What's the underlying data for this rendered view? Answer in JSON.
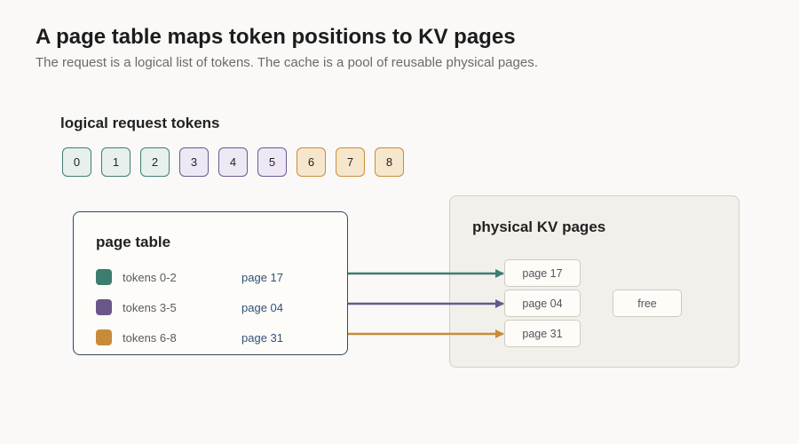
{
  "header": {
    "title": "A page table maps token positions to KV pages",
    "subtitle": "The request is a logical list of tokens. The cache is a pool of reusable physical pages."
  },
  "tokens": {
    "heading": "logical request tokens",
    "items": [
      {
        "label": "0",
        "group": 0
      },
      {
        "label": "1",
        "group": 0
      },
      {
        "label": "2",
        "group": 0
      },
      {
        "label": "3",
        "group": 1
      },
      {
        "label": "4",
        "group": 1
      },
      {
        "label": "5",
        "group": 1
      },
      {
        "label": "6",
        "group": 2
      },
      {
        "label": "7",
        "group": 2
      },
      {
        "label": "8",
        "group": 2
      }
    ]
  },
  "page_table": {
    "heading": "page table",
    "rows": [
      {
        "range": "tokens 0-2",
        "page": "page 17",
        "group": 0
      },
      {
        "range": "tokens 3-5",
        "page": "page 04",
        "group": 1
      },
      {
        "range": "tokens 6-8",
        "page": "page 31",
        "group": 2
      }
    ]
  },
  "kv_pool": {
    "heading": "physical KV pages",
    "pages": [
      {
        "label": "page 17"
      },
      {
        "label": "page 04"
      },
      {
        "label": "page 31"
      }
    ],
    "free_label": "free"
  },
  "colors": {
    "groups": [
      {
        "stroke": "#3f7f72",
        "fill": "#e7f0ed",
        "swatch": "#3d7d70"
      },
      {
        "stroke": "#6f5a8f",
        "fill": "#eee8f5",
        "swatch": "#6a578a"
      },
      {
        "stroke": "#c98d3c",
        "fill": "#f6e6cc",
        "swatch": "#c88b3a"
      }
    ],
    "page_table_border": "#2e4a66",
    "page_label": "#34507a"
  }
}
